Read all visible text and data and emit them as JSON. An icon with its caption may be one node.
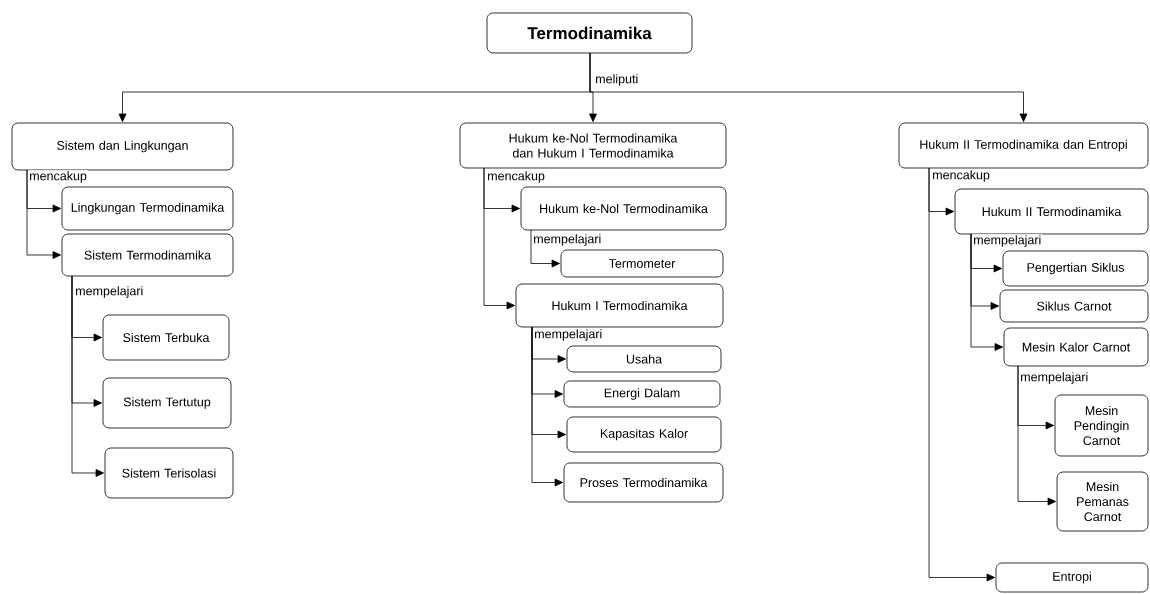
{
  "diagram": {
    "nodes": [
      {
        "text": [
          "Termodinamika"
        ]
      },
      {
        "text": [
          "Sistem dan Lingkungan"
        ]
      },
      {
        "text": [
          "Lingkungan Termodinamika"
        ]
      },
      {
        "text": [
          "Sistem Termodinamika"
        ]
      },
      {
        "text": [
          "Sistem Terbuka"
        ]
      },
      {
        "text": [
          "Sistem Tertutup"
        ]
      },
      {
        "text": [
          "Sistem Terisolasi"
        ]
      },
      {
        "text": [
          "Hukum ke-Nol Termodinamika dan Hukum I Termodinamika"
        ]
      },
      {
        "text": [
          "Hukum ke-Nol Termodinamika"
        ]
      },
      {
        "text": [
          "Termometer"
        ]
      },
      {
        "text": [
          "Hukum I Termodinamika"
        ]
      },
      {
        "text": [
          "Usaha"
        ]
      },
      {
        "text": [
          "Energi Dalam"
        ]
      },
      {
        "text": [
          "Kapasitas Kalor"
        ]
      },
      {
        "text": [
          "Proses Termodinamika"
        ]
      },
      {
        "text": [
          "Hukum II Termodinamika dan Entropi"
        ]
      },
      {
        "text": [
          "Hukum II Termodinamika"
        ]
      },
      {
        "text": [
          "Pengertian Siklus"
        ]
      },
      {
        "text": [
          "Siklus Carnot"
        ]
      },
      {
        "text": [
          "Mesin Kalor Carnot"
        ]
      },
      {
        "text": [
          "Mesin Pendingin Carnot"
        ]
      },
      {
        "text": [
          "Mesin Pemanas Carnot"
        ]
      },
      {
        "text": [
          "Entropi"
        ]
      }
    ],
    "edges": [
      {
        "from": 0,
        "to": 1,
        "arrow": "to"
      },
      {
        "from": 0,
        "to": 7,
        "arrow": "to",
        "label": "meliputi"
      },
      {
        "from": 0,
        "to": 15,
        "arrow": "to"
      },
      {
        "from": 1,
        "to": 2,
        "arrow": "to",
        "label": "mencakup"
      },
      {
        "from": 1,
        "to": 3,
        "arrow": "to"
      },
      {
        "from": 3,
        "to": 4,
        "arrow": "to",
        "label": "mempelajari"
      },
      {
        "from": 3,
        "to": 5,
        "arrow": "to"
      },
      {
        "from": 3,
        "to": 6,
        "arrow": "to"
      },
      {
        "from": 7,
        "to": 8,
        "arrow": "to",
        "label": "mencakup"
      },
      {
        "from": 7,
        "to": 10,
        "arrow": "to"
      },
      {
        "from": 8,
        "to": 9,
        "arrow": "to",
        "label": "mempelajari"
      },
      {
        "from": 10,
        "to": 11,
        "arrow": "to",
        "label": "mempelajari"
      },
      {
        "from": 10,
        "to": 12,
        "arrow": "to"
      },
      {
        "from": 10,
        "to": 13,
        "arrow": "to"
      },
      {
        "from": 10,
        "to": 14,
        "arrow": "to"
      },
      {
        "from": 15,
        "to": 16,
        "arrow": "to",
        "label": "mencakup"
      },
      {
        "from": 15,
        "to": 22,
        "arrow": "to"
      },
      {
        "from": 16,
        "to": 17,
        "arrow": "to",
        "label": "mempelajari"
      },
      {
        "from": 16,
        "to": 18,
        "arrow": "to"
      },
      {
        "from": 16,
        "to": 19,
        "arrow": "to"
      },
      {
        "from": 19,
        "to": 20,
        "arrow": "to",
        "label": "mempelajari"
      },
      {
        "from": 19,
        "to": 21,
        "arrow": "to"
      }
    ]
  }
}
